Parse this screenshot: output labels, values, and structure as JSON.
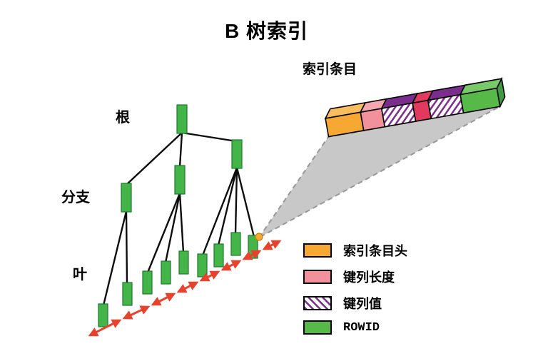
{
  "title": "B 树索引",
  "labels": {
    "root": "根",
    "branch": "分支",
    "leaf": "叶",
    "index_entry": "索引条目"
  },
  "legend": {
    "items": [
      {
        "label": "索引条目头",
        "color": "#F6A832",
        "pattern": "solid"
      },
      {
        "label": "键列长度",
        "color": "#F2919B",
        "pattern": "solid"
      },
      {
        "label": "键列值",
        "color": "#7B2D8E",
        "pattern": "diagonal-hatch"
      },
      {
        "label": "ROWID",
        "color": "#57B947",
        "pattern": "solid"
      }
    ]
  },
  "colors": {
    "tree_node_green": "#44B549",
    "arrow_red": "#E8412C",
    "cone_gray": "#C8C8C8",
    "entry_orange": "#F6A832",
    "entry_pink": "#F2919B",
    "entry_red_segment": "#E23A5F",
    "entry_purple": "#7B2D8E",
    "entry_green": "#57B947"
  }
}
